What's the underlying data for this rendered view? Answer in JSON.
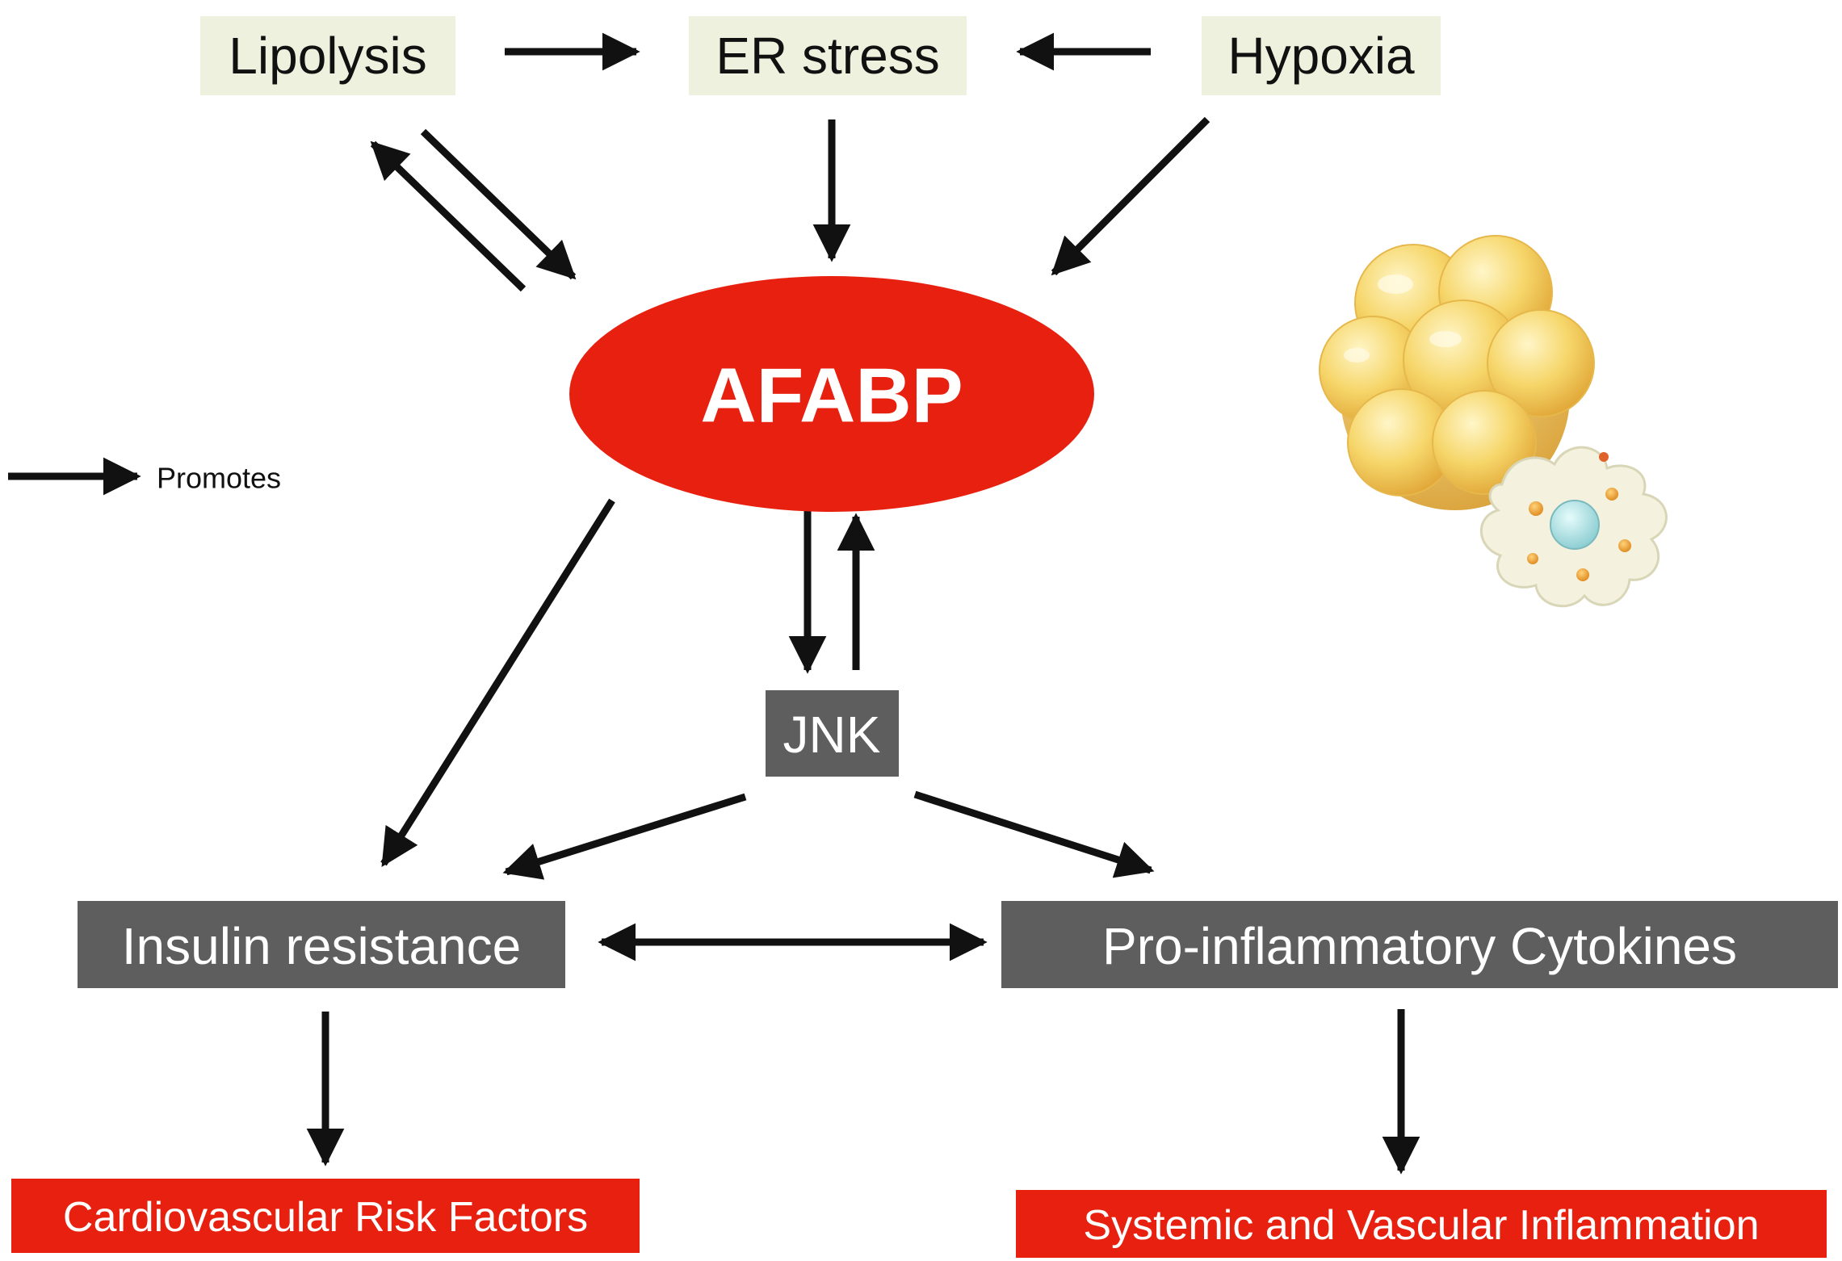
{
  "colors": {
    "input_box": "#eef1de",
    "mediator_box": "#5e5e5e",
    "outcome_box": "#e8200f",
    "afabp_fill": "#e8200f",
    "arrow": "#111111",
    "text_dark": "#111111",
    "text_light": "#ffffff"
  },
  "nodes": {
    "lipolysis": "Lipolysis",
    "er_stress": "ER stress",
    "hypoxia": "Hypoxia",
    "afabp": "AFABP",
    "jnk": "JNK",
    "insulin_resistance": "Insulin resistance",
    "cytokines": "Pro-inflammatory Cytokines",
    "cv_risk": "Cardiovascular Risk Factors",
    "inflammation": "Systemic and Vascular Inflammation"
  },
  "legend": {
    "promotes_label": "Promotes"
  },
  "illustration": {
    "icon": "adipocyte-macrophage-icon"
  }
}
